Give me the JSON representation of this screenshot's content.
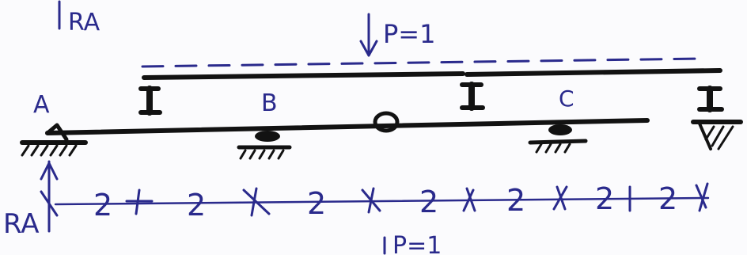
{
  "labels": {
    "top_reaction": "RA",
    "load_top": "P=1",
    "support_a": "A",
    "support_b": "B",
    "support_c": "C",
    "bottom_reaction": "RA",
    "load_bottom": "P=1"
  },
  "spans": [
    "2",
    "2",
    "2",
    "2",
    "2",
    "2",
    "2"
  ],
  "colors": {
    "ink": "#121212",
    "blue": "#2a2a8c",
    "paper": "#fbfbfd"
  }
}
